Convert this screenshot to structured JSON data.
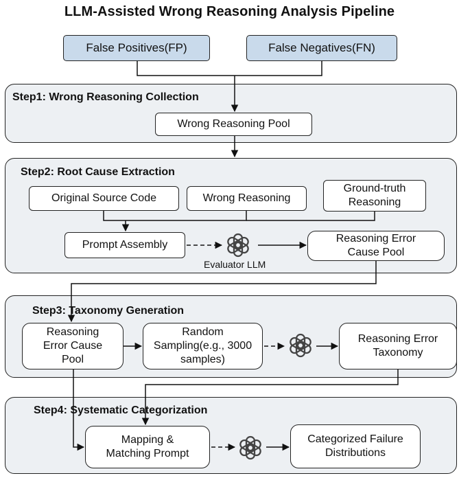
{
  "title": "LLM-Assisted Wrong Reasoning Analysis Pipeline",
  "inputs": {
    "false_positives": "False Positives(FP)",
    "false_negatives": "False Negatives(FN)"
  },
  "step1": {
    "title": "Step1: Wrong Reasoning Collection",
    "pool": "Wrong Reasoning Pool"
  },
  "step2": {
    "title": "Step2: Root Cause Extraction",
    "source_code": "Original Source Code",
    "wrong_reasoning": "Wrong Reasoning",
    "ground_truth": "Ground-truth Reasoning",
    "prompt_assembly": "Prompt Assembly",
    "evaluator": "Evaluator LLM",
    "cause_pool": "Reasoning Error Cause Pool"
  },
  "step3": {
    "title": "Step3: Taxonomy Generation",
    "cause_pool": "Reasoning Error Cause Pool",
    "random_sampling": "Random Sampling(e.g., 3000 samples)",
    "taxonomy": "Reasoning Error Taxonomy"
  },
  "step4": {
    "title": "Step4: Systematic Categorization",
    "mapping_prompt": "Mapping & Matching Prompt",
    "categorized": "Categorized Failure Distributions"
  },
  "icons": {
    "llm": "openai-logo-icon"
  },
  "colors": {
    "panel_bg": "#edf0f3",
    "input_box_bg": "#c9daeb",
    "stroke": "#222222"
  }
}
